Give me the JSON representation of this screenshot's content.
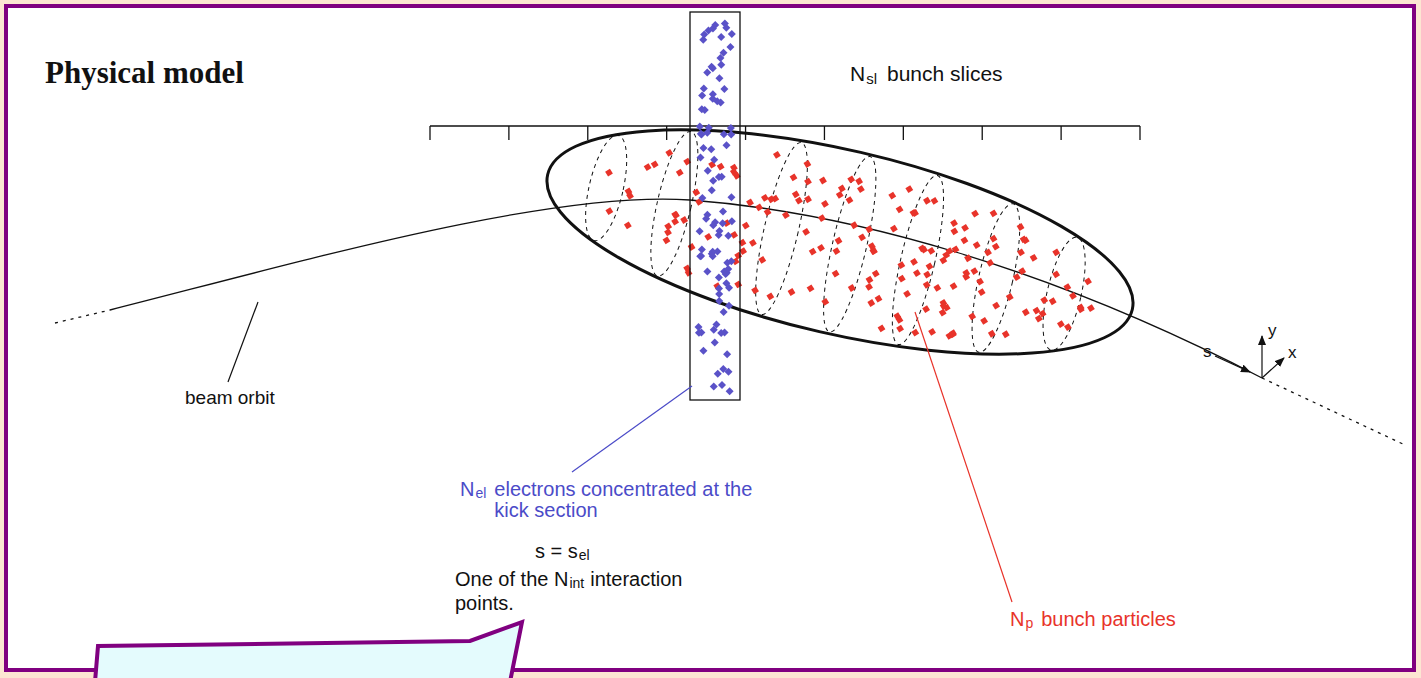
{
  "diagram": {
    "title": "Physical model",
    "labels": [
      "N",
      "sl",
      "bunch slices",
      "beam orbit",
      "N",
      "el",
      "electrons concentrated at the",
      "kick section",
      "s = s",
      "el",
      "One of the N",
      "int",
      "interaction",
      "points.",
      "N",
      "p",
      "bunch particles",
      "s",
      "y",
      "x"
    ]
  }
}
